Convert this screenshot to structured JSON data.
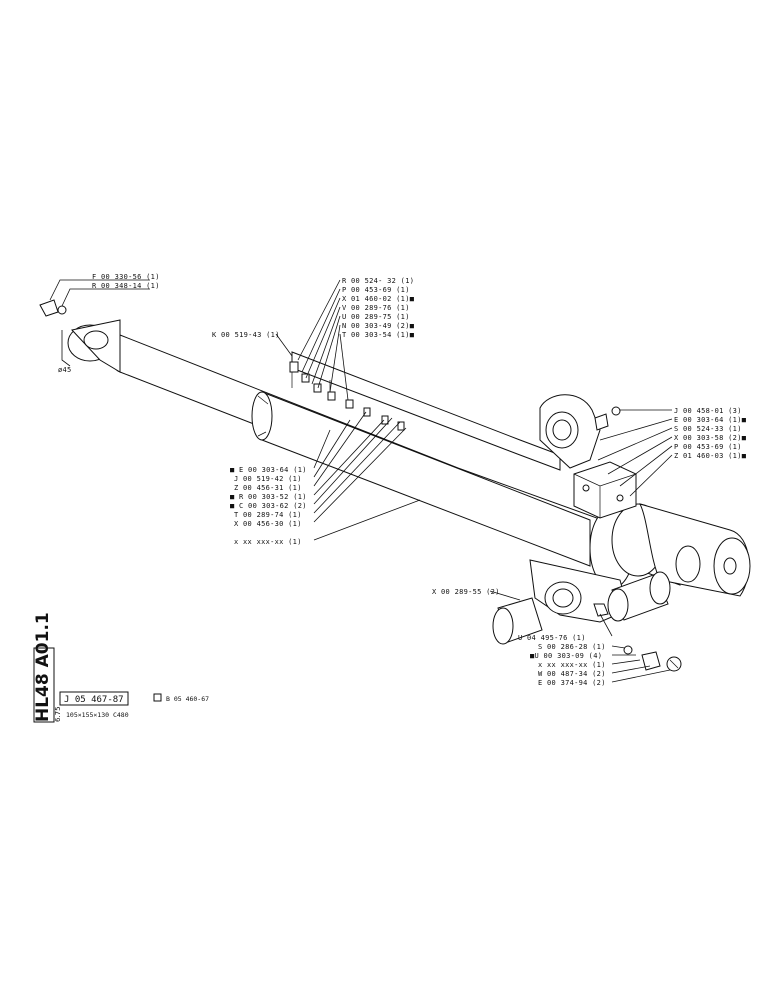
{
  "title_block": {
    "model": "HL48 A01.1",
    "date": "6.75",
    "code_main": "J 05 467-87",
    "code_alt": "B 05 460-67",
    "spec": "105×155×130 C480"
  },
  "diameter_label": "ø45",
  "labels_left_top": [
    "F 00 330-56 (1)",
    "R 00 348-14 (1)"
  ],
  "labels_top": [
    "R 00 524- 32 (1)",
    "P 00 453-69 (1)",
    "X 01 460-02 (1)■",
    "V 00 289-76 (1)",
    "U 00 289-75 (1)",
    "N 00 303-49 (2)■",
    "T 00 303-54 (1)■"
  ],
  "label_k": "K 00 519-43 (1)",
  "labels_left_mid": [
    "■ E 00 303-64 (1)",
    "J 00 519-42 (1)",
    "Z 00 456-31 (1)",
    "■ R 00 303-52 (1)",
    "■ C 00 303-62 (2)",
    "T 00 289-74 (1)",
    "X 00 456-30 (1)",
    "x xx xxx-xx (1)"
  ],
  "labels_right": [
    "J 00 458-01 (3)",
    "E 00 303-64 (1)■",
    "S 00 524-33 (1)",
    "X 00 303-58 (2)■",
    "P 00 453-69 (1)",
    "Z 01 460-03 (1)■"
  ],
  "label_bushing": "X 00 289-55 (2)",
  "labels_bottom": [
    "U 04 495-76 (1)",
    "S 00 286-28 (1)",
    "■U 00 303-09 (4)",
    "x xx xxx-xx (1)",
    "W 00 487-34 (2)",
    "E 00 374-94 (2)"
  ]
}
